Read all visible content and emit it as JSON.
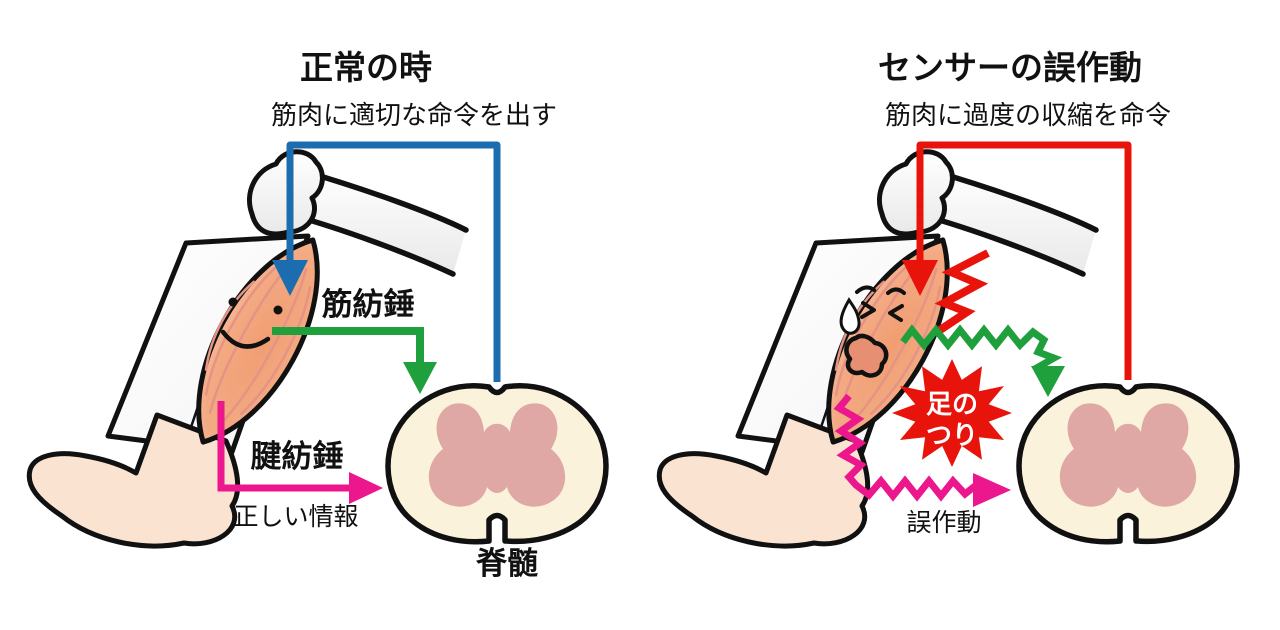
{
  "left_panel": {
    "title": "正常の時",
    "subtitle": "筋肉に適切な命令を出す",
    "muscle_spindle_label": "筋紡錘",
    "tendon_spindle_label": "腱紡錘",
    "correct_info_label": "正しい情報",
    "spinal_cord_label": "脊髄"
  },
  "right_panel": {
    "title": "センサーの誤作動",
    "subtitle": "筋肉に過度の収縮を命令",
    "cramp_label_line1": "足の",
    "cramp_label_line2": "つり",
    "malfunction_label": "誤作動"
  },
  "colors": {
    "command_blue": "#1b6db0",
    "sensor_green": "#1fa03c",
    "tendon_magenta": "#ec168d",
    "alert_red": "#e8140c",
    "skin_tone": "#fbe3d2",
    "muscle_orange": "#f2a077",
    "spinal_cord_cream": "#fbf2dc",
    "gray_matter_pink": "#dfa8a5",
    "outline_black": "#111111",
    "background_white": "#ffffff"
  }
}
